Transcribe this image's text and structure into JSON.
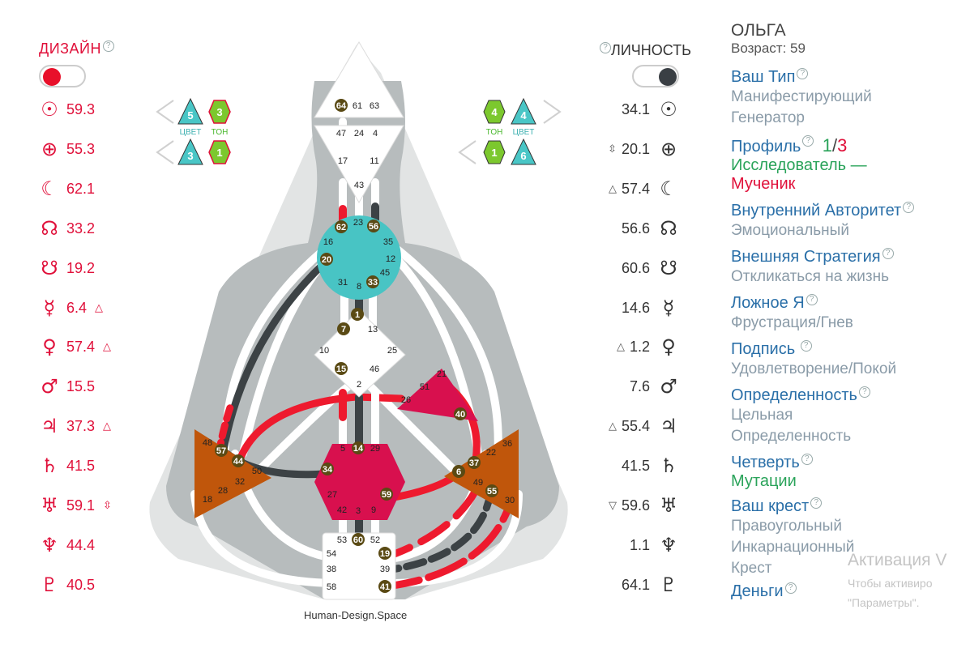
{
  "design": {
    "title": "ДИЗАЙН",
    "help": "?",
    "toggle_on": true,
    "planets": [
      {
        "icon": "sun-icon",
        "glyph": "☉",
        "value": "59.3",
        "mark": ""
      },
      {
        "icon": "earth-icon",
        "glyph": "⊕",
        "value": "55.3",
        "mark": ""
      },
      {
        "icon": "moon-icon",
        "glyph": "☾",
        "value": "62.1",
        "mark": ""
      },
      {
        "icon": "north-node-icon",
        "glyph": "☊",
        "value": "33.2",
        "mark": ""
      },
      {
        "icon": "south-node-icon",
        "glyph": "☋",
        "value": "19.2",
        "mark": ""
      },
      {
        "icon": "mercury-icon",
        "glyph": "☿",
        "value": "6.4",
        "mark": "△"
      },
      {
        "icon": "venus-icon",
        "glyph": "♀",
        "value": "57.4",
        "mark": "△"
      },
      {
        "icon": "mars-icon",
        "glyph": "♂",
        "value": "15.5",
        "mark": ""
      },
      {
        "icon": "jupiter-icon",
        "glyph": "♃",
        "value": "37.3",
        "mark": "△"
      },
      {
        "icon": "saturn-icon",
        "glyph": "♄",
        "value": "41.5",
        "mark": ""
      },
      {
        "icon": "uranus-icon",
        "glyph": "♅",
        "value": "59.1",
        "mark": "⇳"
      },
      {
        "icon": "neptune-icon",
        "glyph": "♆",
        "value": "44.4",
        "mark": ""
      },
      {
        "icon": "pluto-icon",
        "glyph": "♇",
        "value": "40.5",
        "mark": ""
      }
    ],
    "arrows": {
      "top": {
        "color": "5",
        "tone": "3"
      },
      "bottom": {
        "color": "3",
        "tone": "1"
      },
      "color_label": "ЦВЕТ",
      "tone_label": "ТОН"
    }
  },
  "personality": {
    "title": "ЛИЧНОСТЬ",
    "help": "?",
    "toggle_on": false,
    "planets": [
      {
        "icon": "sun-icon",
        "glyph": "☉",
        "value": "34.1",
        "mark": ""
      },
      {
        "icon": "earth-icon",
        "glyph": "⊕",
        "value": "20.1",
        "mark": "⇳"
      },
      {
        "icon": "moon-icon",
        "glyph": "☾",
        "value": "57.4",
        "mark": "△"
      },
      {
        "icon": "north-node-icon",
        "glyph": "☊",
        "value": "56.6",
        "mark": ""
      },
      {
        "icon": "south-node-icon",
        "glyph": "☋",
        "value": "60.6",
        "mark": ""
      },
      {
        "icon": "mercury-icon",
        "glyph": "☿",
        "value": "14.6",
        "mark": ""
      },
      {
        "icon": "venus-icon",
        "glyph": "♀",
        "value": "1.2",
        "mark": "△"
      },
      {
        "icon": "mars-icon",
        "glyph": "♂",
        "value": "7.6",
        "mark": ""
      },
      {
        "icon": "jupiter-icon",
        "glyph": "♃",
        "value": "55.4",
        "mark": "△"
      },
      {
        "icon": "saturn-icon",
        "glyph": "♄",
        "value": "41.5",
        "mark": ""
      },
      {
        "icon": "uranus-icon",
        "glyph": "♅",
        "value": "59.6",
        "mark": "▽"
      },
      {
        "icon": "neptune-icon",
        "glyph": "♆",
        "value": "1.1",
        "mark": ""
      },
      {
        "icon": "pluto-icon",
        "glyph": "♇",
        "value": "64.1",
        "mark": ""
      }
    ],
    "arrows": {
      "top": {
        "tone": "4",
        "color": "4"
      },
      "bottom": {
        "tone": "1",
        "color": "6"
      },
      "color_label": "ЦВЕТ",
      "tone_label": "ТОН"
    }
  },
  "bodygraph": {
    "credit": "Human-Design.Space",
    "head_gates": [
      "64",
      "61",
      "63"
    ],
    "ajna_gates": [
      "47",
      "24",
      "4",
      "17",
      "11",
      "43"
    ],
    "throat_gates": [
      "62",
      "23",
      "56",
      "16",
      "35",
      "20",
      "12",
      "31",
      "8",
      "33",
      "45"
    ],
    "g_gates": [
      "1",
      "7",
      "13",
      "10",
      "25",
      "15",
      "46",
      "2"
    ],
    "heart_gates": [
      "21",
      "51",
      "26",
      "40"
    ],
    "spleen_gates": [
      "48",
      "57",
      "44",
      "50",
      "32",
      "28",
      "18"
    ],
    "sacral_gates": [
      "5",
      "14",
      "29",
      "34",
      "27",
      "59",
      "42",
      "3",
      "9"
    ],
    "solar_gates": [
      "36",
      "22",
      "37",
      "6",
      "49",
      "55",
      "30"
    ],
    "root_gates": [
      "53",
      "60",
      "52",
      "54",
      "19",
      "38",
      "39",
      "58",
      "41"
    ],
    "colors": {
      "throat": "#48c4c4",
      "heart": "#d8104e",
      "sacral": "#d8104e",
      "spleen": "#c0560b",
      "solar": "#c0560b",
      "active_gate": "#5a4a14",
      "red": "#ee1a2e",
      "dark": "#3c4245"
    }
  },
  "info": {
    "name": "ОЛЬГА",
    "age": "Возраст: 59",
    "type_label": "Ваш Тип",
    "type_value": "Манифестирующий Генератор",
    "profile_label": "Профиль",
    "profile_a": "1",
    "profile_slash": "/",
    "profile_b": "3",
    "profile_name_a": "Исследователь —",
    "profile_name_b": "Мученик",
    "authority_label": "Внутренний Авторитет",
    "authority_value": "Эмоциональный",
    "strategy_label": "Внешняя Стратегия",
    "strategy_value": "Откликаться на жизнь",
    "false_self_label": "Ложное Я",
    "false_self_value": "Фрустрация/Гнев",
    "signature_label": "Подпись",
    "signature_value": "Удовлетворение/Покой",
    "definition_label": "Определенность",
    "definition_value": "Цельная Определенность",
    "quarter_label": "Четверть",
    "quarter_value": "Мутации",
    "cross_label": "Ваш крест",
    "cross_value": "Правоугольный Инкарнационный Крест",
    "money_label": "Деньги",
    "help": "?"
  },
  "watermark": {
    "title": "Активация V",
    "line1": "Чтобы активиро",
    "line2": "\"Параметры\"."
  }
}
